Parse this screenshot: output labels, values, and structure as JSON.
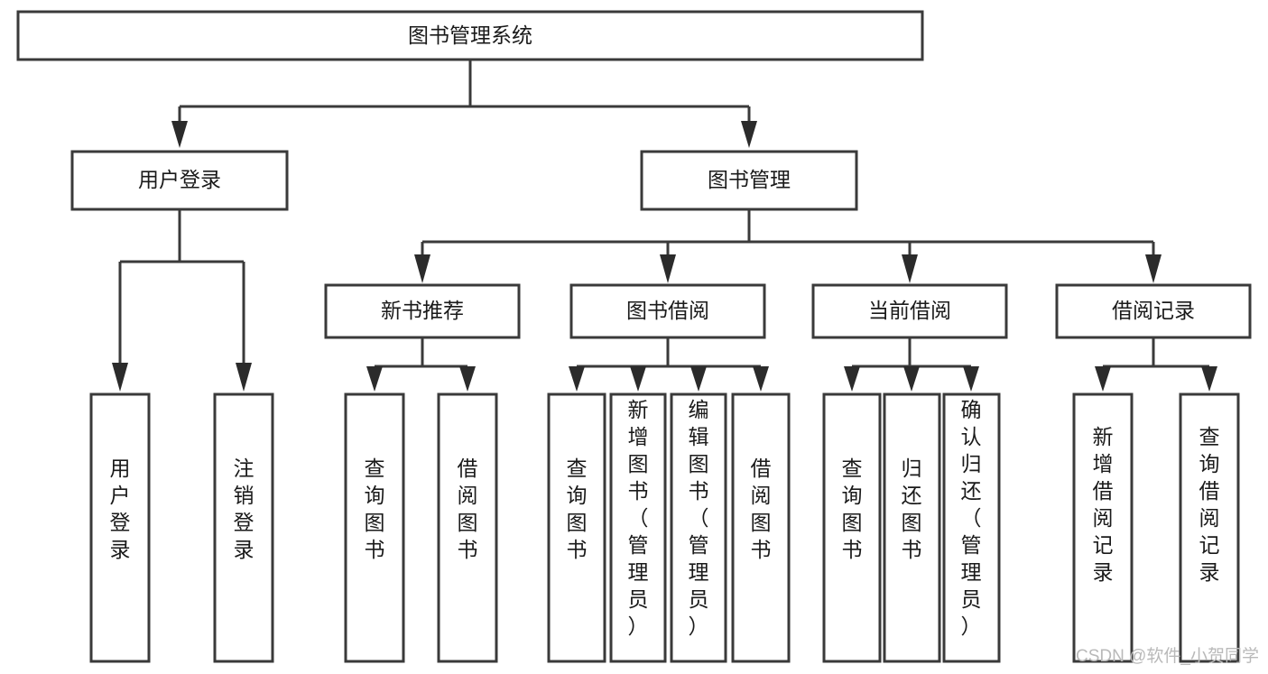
{
  "diagram": {
    "type": "tree-hierarchy",
    "title": "图书管理系统",
    "orientation": "top-down",
    "colors": {
      "box_stroke": "#3a3a3a",
      "box_fill": "#ffffff",
      "connector": "#3a3a3a",
      "arrow": "#2b2b2b",
      "text": "#1a1a1a",
      "watermark": "#b9b9b9",
      "background": "#ffffff"
    },
    "levels": {
      "root": {
        "label": "图书管理系统"
      },
      "level2": [
        {
          "label": "用户登录"
        },
        {
          "label": "图书管理"
        }
      ],
      "level3": [
        {
          "label": "新书推荐"
        },
        {
          "label": "图书借阅"
        },
        {
          "label": "当前借阅"
        },
        {
          "label": "借阅记录"
        }
      ],
      "leaves": [
        {
          "label": "用户登录",
          "parent": "用户登录"
        },
        {
          "label": "注销登录",
          "parent": "用户登录"
        },
        {
          "label": "查询图书",
          "parent": "新书推荐"
        },
        {
          "label": "借阅图书",
          "parent": "新书推荐"
        },
        {
          "label": "查询图书",
          "parent": "图书借阅"
        },
        {
          "label": "新增图书（管理员）",
          "parent": "图书借阅"
        },
        {
          "label": "编辑图书（管理员）",
          "parent": "图书借阅"
        },
        {
          "label": "借阅图书",
          "parent": "图书借阅"
        },
        {
          "label": "查询图书",
          "parent": "当前借阅"
        },
        {
          "label": "归还图书",
          "parent": "当前借阅"
        },
        {
          "label": "确认归还（管理员）",
          "parent": "当前借阅"
        },
        {
          "label": "新增借阅记录",
          "parent": "借阅记录"
        },
        {
          "label": "查询借阅记录",
          "parent": "借阅记录"
        }
      ]
    }
  },
  "watermark": {
    "text": "CSDN @软件_小贺同学"
  }
}
